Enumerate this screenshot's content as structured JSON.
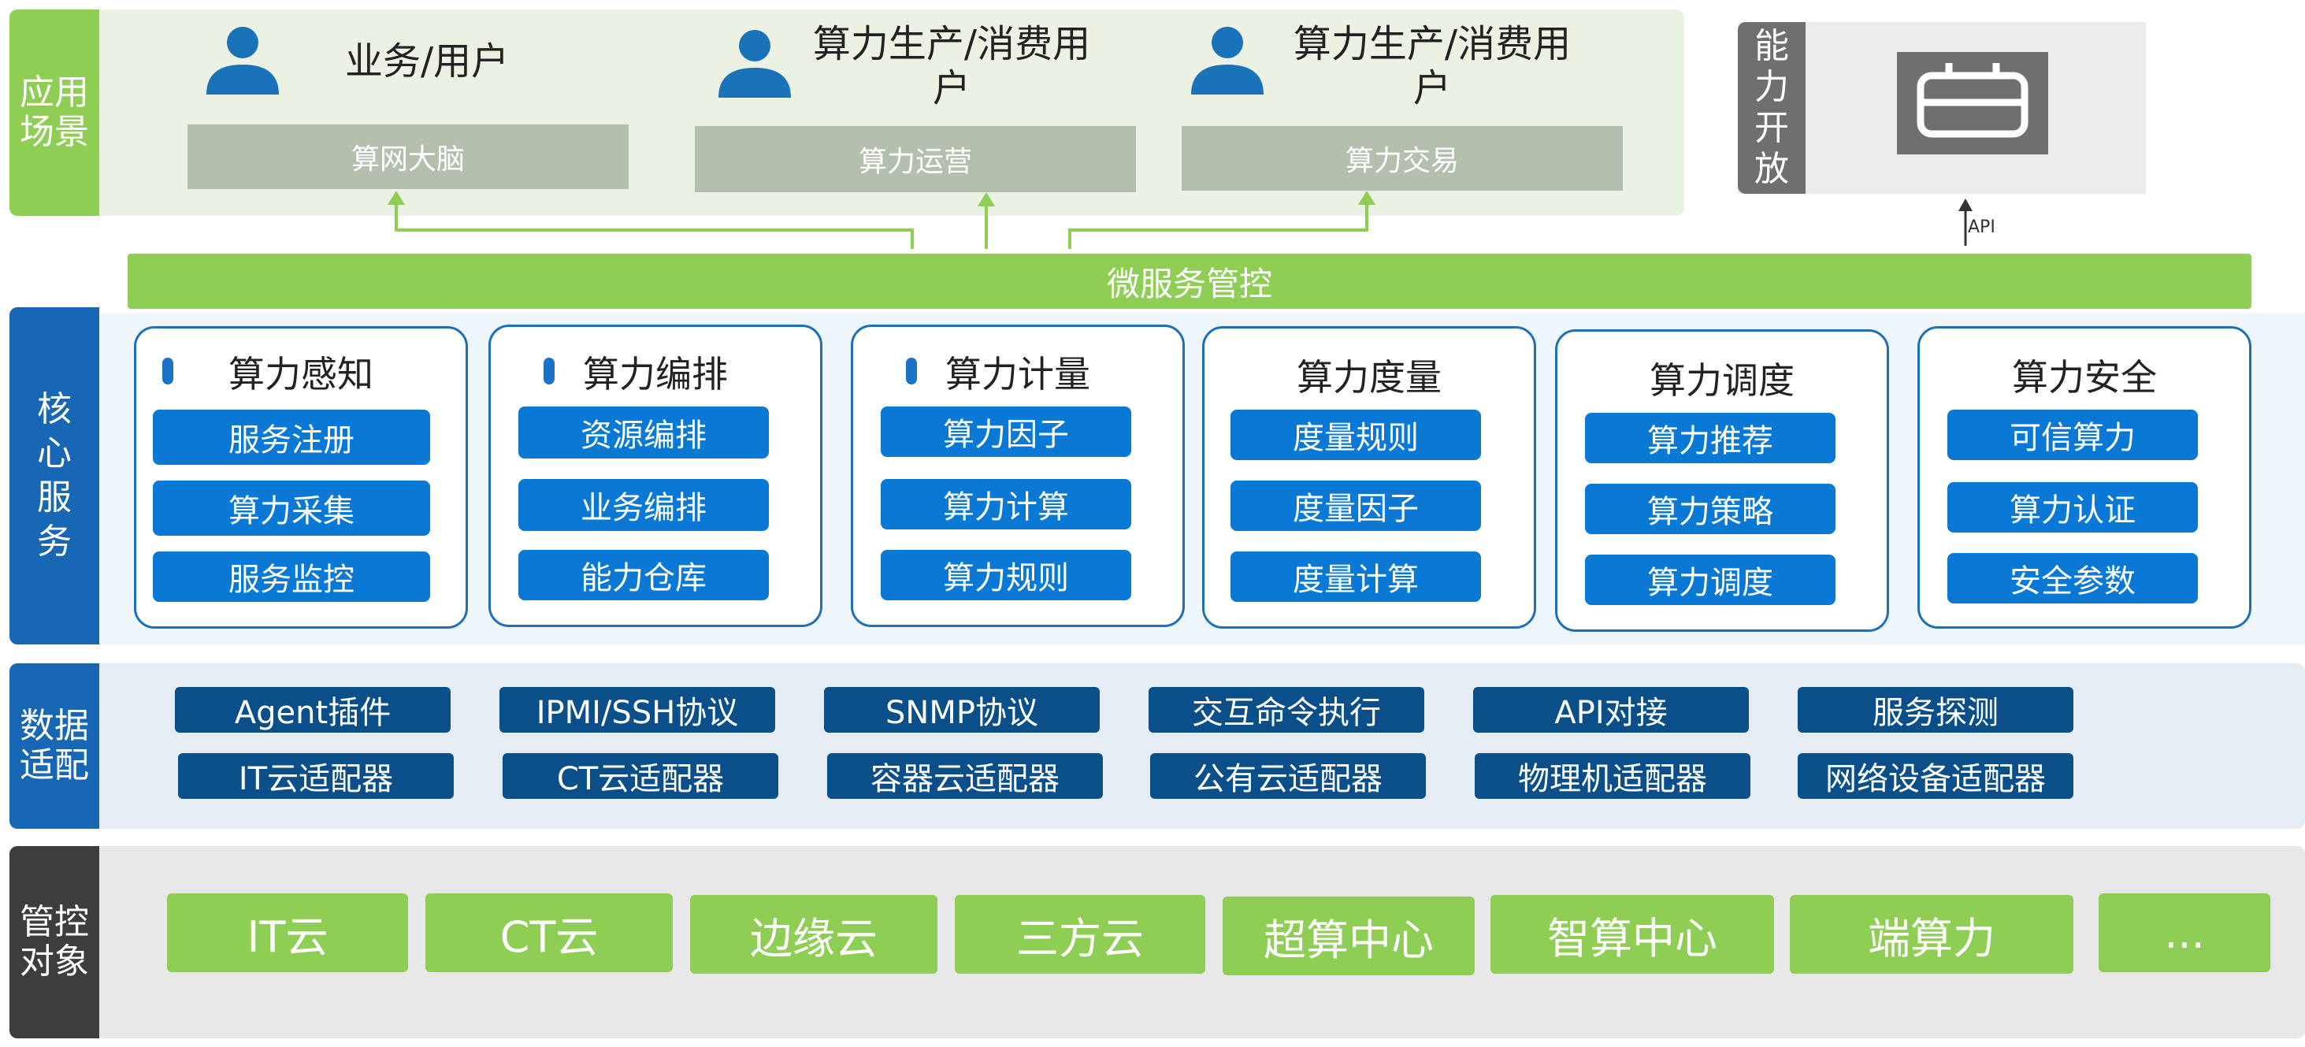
{
  "layers": {
    "app": "应用场景",
    "core": "核心服务",
    "data": "数据适配",
    "managed": "管控对象"
  },
  "open": {
    "label": "能力开放",
    "api": "API",
    "icon": "terminal-icon"
  },
  "scenarios": {
    "users": [
      {
        "label": "业务/用户",
        "icon": "user-icon"
      },
      {
        "label": "算力生产/消费用户",
        "icon": "user-icon"
      },
      {
        "label": "算力生产/消费用户",
        "icon": "user-icon"
      }
    ],
    "boxes": [
      "算网大脑",
      "算力运营",
      "算力交易"
    ]
  },
  "microservice": "微服务管控",
  "core_services": [
    {
      "title": "算力感知",
      "items": [
        "服务注册",
        "算力采集",
        "服务监控"
      ]
    },
    {
      "title": "算力编排",
      "items": [
        "资源编排",
        "业务编排",
        "能力仓库"
      ]
    },
    {
      "title": "算力计量",
      "items": [
        "算力因子",
        "算力计算",
        "算力规则"
      ]
    },
    {
      "title": "算力度量",
      "items": [
        "度量规则",
        "度量因子",
        "度量计算"
      ]
    },
    {
      "title": "算力调度",
      "items": [
        "算力推荐",
        "算力策略",
        "算力调度"
      ]
    },
    {
      "title": "算力安全",
      "items": [
        "可信算力",
        "算力认证",
        "安全参数"
      ]
    }
  ],
  "data_adapters": {
    "row1": [
      "Agent插件",
      "IPMI/SSH协议",
      "SNMP协议",
      "交互命令执行",
      "API对接",
      "服务探测"
    ],
    "row2": [
      "IT云适配器",
      "CT云适配器",
      "容器云适配器",
      "公有云适配器",
      "物理机适配器",
      "网络设备适配器"
    ]
  },
  "managed_objects": [
    "IT云",
    "CT云",
    "边缘云",
    "三方云",
    "超算中心",
    "智算中心",
    "端算力",
    "..."
  ],
  "colors": {
    "green": "#8fce55",
    "blue": "#0a79d6",
    "darkblue": "#0b4f8a",
    "layerblue": "#1767b5",
    "gray": "#b5bfae"
  }
}
